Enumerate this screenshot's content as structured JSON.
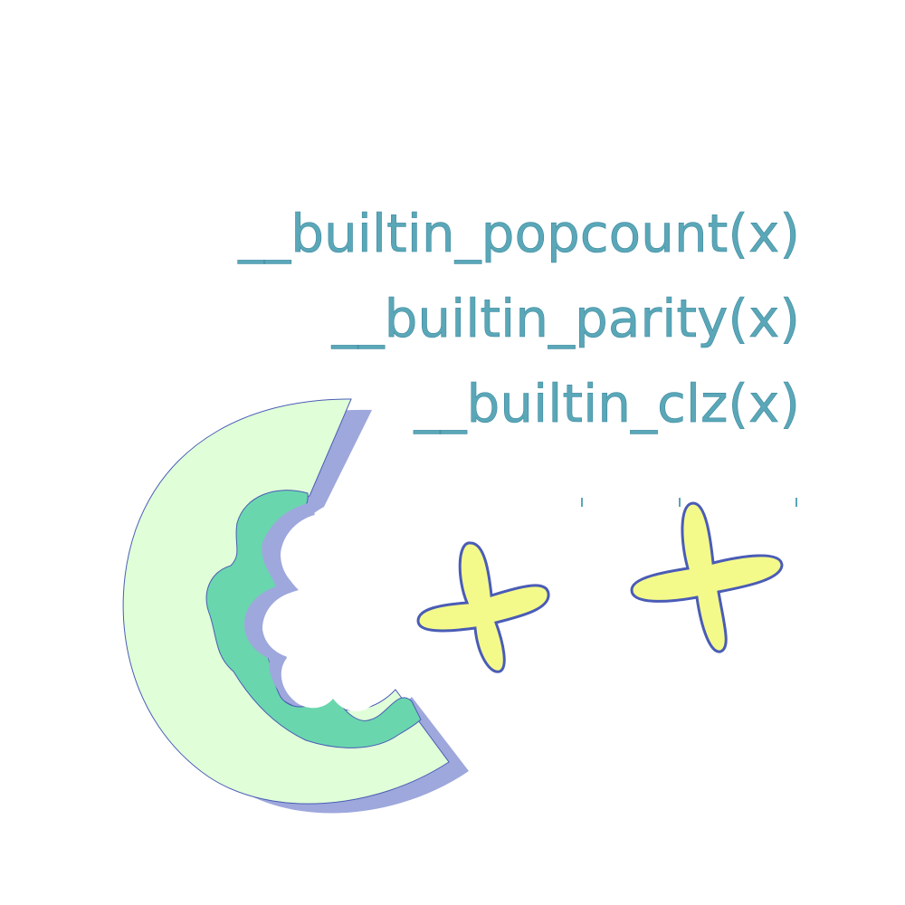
{
  "lines": [
    "__builtin_popcount(x)",
    "__builtin_parity(x)",
    "__builtin_clz(x)"
  ],
  "logo": {
    "name": "C++",
    "colors": {
      "outer_fill": "#e0ffd8",
      "inner_fill": "#6ad6ae",
      "shadow_fill": "#9ea8dc",
      "plus_fill": "#f4fa8a",
      "plus_stroke": "#4a5cb6",
      "outline": "#4a5cb6"
    }
  },
  "colors": {
    "text": "#5aa7b8",
    "background": "#ffffff"
  }
}
